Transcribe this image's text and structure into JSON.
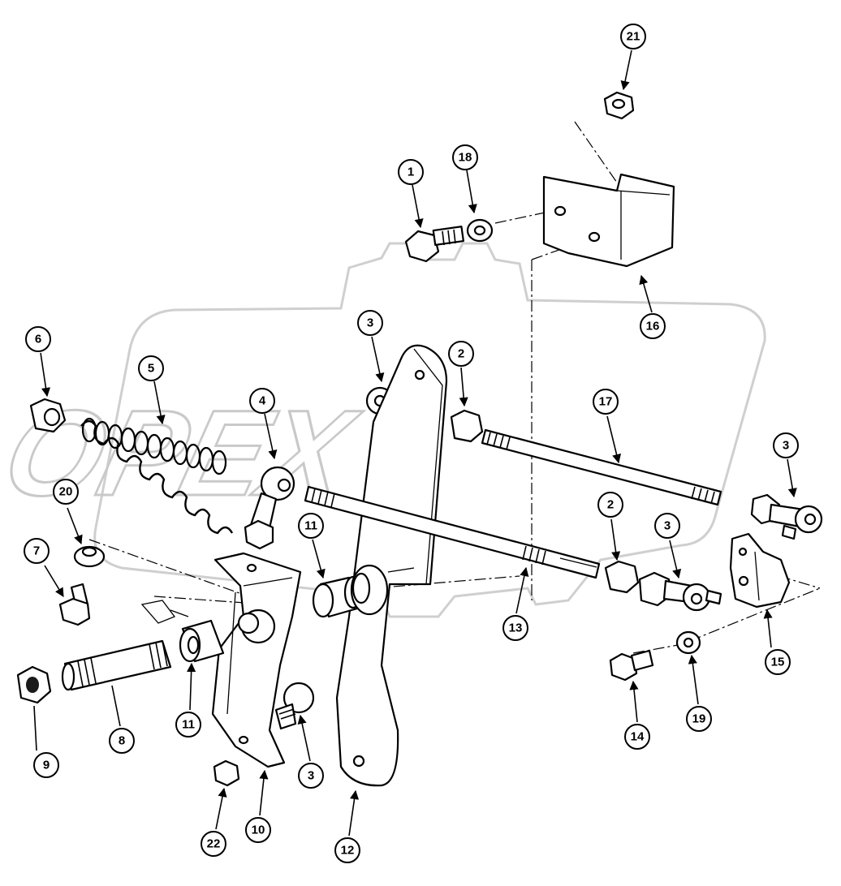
{
  "diagram": {
    "watermark": {
      "text": "OPEX"
    },
    "callouts": [
      {
        "id": "c1",
        "label": "1"
      },
      {
        "id": "c18",
        "label": "18"
      },
      {
        "id": "c21",
        "label": "21"
      },
      {
        "id": "c16",
        "label": "16"
      },
      {
        "id": "c6",
        "label": "6"
      },
      {
        "id": "c5",
        "label": "5"
      },
      {
        "id": "c4",
        "label": "4"
      },
      {
        "id": "c3a",
        "label": "3"
      },
      {
        "id": "c2a",
        "label": "2"
      },
      {
        "id": "c17",
        "label": "17"
      },
      {
        "id": "c3b",
        "label": "3"
      },
      {
        "id": "c20",
        "label": "20"
      },
      {
        "id": "c11a",
        "label": "11"
      },
      {
        "id": "c2b",
        "label": "2"
      },
      {
        "id": "c3c",
        "label": "3"
      },
      {
        "id": "c7",
        "label": "7"
      },
      {
        "id": "c13",
        "label": "13"
      },
      {
        "id": "c15",
        "label": "15"
      },
      {
        "id": "c9",
        "label": "9"
      },
      {
        "id": "c8",
        "label": "8"
      },
      {
        "id": "c11b",
        "label": "11"
      },
      {
        "id": "c3d",
        "label": "3"
      },
      {
        "id": "c14",
        "label": "14"
      },
      {
        "id": "c19",
        "label": "19"
      },
      {
        "id": "c22",
        "label": "22"
      },
      {
        "id": "c10",
        "label": "10"
      },
      {
        "id": "c12",
        "label": "12"
      }
    ]
  }
}
